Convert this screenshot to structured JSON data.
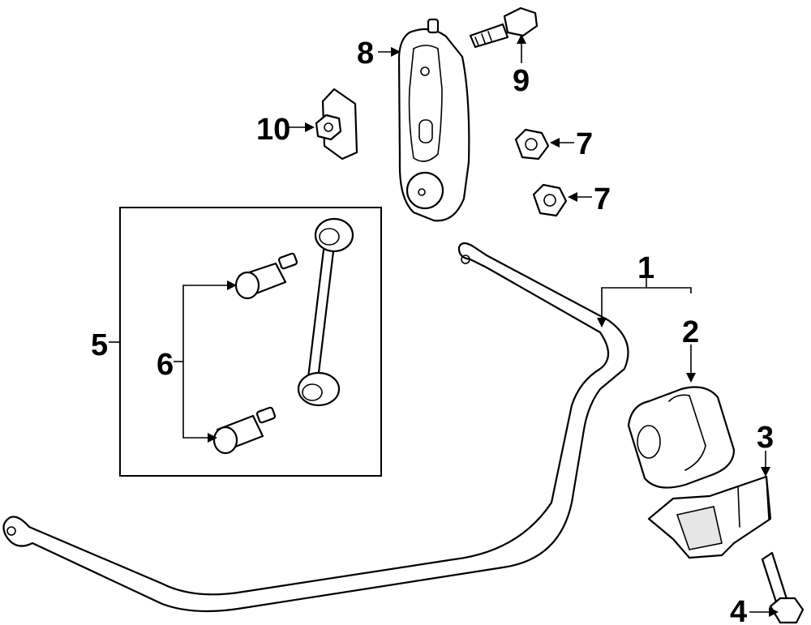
{
  "callouts": {
    "c1": "1",
    "c2": "2",
    "c3": "3",
    "c4": "4",
    "c5": "5",
    "c6": "6",
    "c7a": "7",
    "c7b": "7",
    "c8": "8",
    "c9": "9",
    "c10": "10"
  },
  "colors": {
    "line": "#000000",
    "background": "#ffffff"
  }
}
